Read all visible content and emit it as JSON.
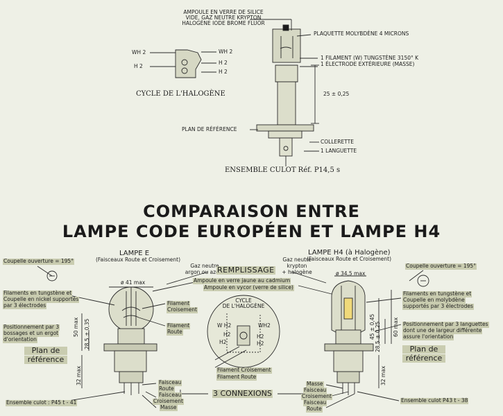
{
  "top": {
    "bulb_glass_label": "AMPOULE EN VERRE DE SILICE",
    "gas_label": "VIDE, GAZ NEUTRE KRYPTON",
    "halogen_label": "HALOGÈNE IODE BROME FLUOR",
    "molybdenum_label": "PLAQUETTE MOLYBDÈNE 4 MICRONS",
    "filament_label": "1 FILAMENT (W) TUNGSTÈNE 3150° K",
    "electrode_label": "1 ÉLECTRODE EXTÉRIEURE (MASSE)",
    "dimension": "25 ± 0,25",
    "plan_label": "PLAN DE RÉFÉRENCE",
    "collar_label": "COLLERETTE",
    "tab_label": "1 LANGUETTE",
    "base_label": "ENSEMBLE CULOT Réf. P14,5 s",
    "cycle_title": "CYCLE DE L'HALOGÈNE",
    "cycle_wh2_left": "WH 2",
    "cycle_wh2_right": "WH 2",
    "cycle_h2_left": "H 2",
    "cycle_h2_right_a": "H 2",
    "cycle_h2_right_b": "H 2"
  },
  "title": {
    "line1": "COMPARAISON ENTRE",
    "line2": "LAMPE CODE EUROPÉEN ET LAMPE H4"
  },
  "lampe_e": {
    "name": "LAMPE E",
    "subtitle": "(Faisceaux Route et Croisement)",
    "cup_opening": "Coupelle ouverture = 195°",
    "diameter": "ø 41 max",
    "filaments_line1": "Filaments en tungstène et",
    "filaments_line2": "Coupelle en nickel supportés",
    "filaments_line3": "par 3 électrodes",
    "filament_croisement_1": "Filament",
    "filament_croisement_2": "Croisement",
    "filament_route_1": "Filament",
    "filament_route_2": "Route",
    "positioning_line1": "Positionnement par 3",
    "positioning_line2": "bossages et un ergot",
    "positioning_line3": "d'orientation",
    "plan_line1": "Plan de",
    "plan_line2": "référence",
    "dim_50": "50 max",
    "dim_285": "28,5 ± 0,35",
    "dim_32": "32 max",
    "faisceau_route_1": "Faisceau",
    "faisceau_route_2": "Route",
    "faisceau_crois_1": "Faisceau",
    "faisceau_crois_2": "Croisement",
    "masse": "Masse",
    "base": "Ensemble culot : P45 t - 41"
  },
  "center": {
    "gas_line1": "Gaz neutre",
    "gas_line2": "argon ou azote",
    "remplissage": "REMPLISSAGE",
    "remplissage_h4_1": "Gaz neutre",
    "remplissage_h4_2": "krypton",
    "remplissage_h4_3": "+ halogène",
    "bulb_yellow": "Ampoule en verre jaune au cadmium",
    "bulb_vycor": "Ampoule en vycor (verre de silice)",
    "cycle_line1": "CYCLE",
    "cycle_line2": "DE L'HALOGÈNE",
    "wh2_left": "W H2",
    "wh2_right": "WH2",
    "h2_l1": "H2",
    "h2_l2": "H2",
    "h2_r1": "H2",
    "h2_r2": "H2",
    "filament_croisement": "Filament Croisement",
    "filament_route": "Filament Route",
    "connexions": "3 CONNEXIONS"
  },
  "lampe_h4": {
    "name": "LAMPE H4 (à Halogène)",
    "subtitle": "(Faisceaux Route et Croisement)",
    "cup_opening": "Coupelle ouverture = 195°",
    "diameter": "ø 34,5 max",
    "filaments_line1": "Filaments en tungstène et",
    "filaments_line2": "Coupelle en molybdène",
    "filaments_line3": "supportés par 3 électrodes",
    "positioning_line1": "Positionnement par 3 languettes",
    "positioning_line2": "dont une de largeur différente",
    "positioning_line3": "assure l'orientation",
    "plan_line1": "Plan de",
    "plan_line2": "référence",
    "dim_45": "45 ± 0,45",
    "dim_285": "28,5 ± 0,25",
    "dim_60": "60 max",
    "dim_32": "32 max",
    "masse": "Masse",
    "faisceau_crois_1": "Faisceau",
    "faisceau_crois_2": "Croisement",
    "faisceau_route_1": "Faisceau",
    "faisceau_route_2": "Route",
    "base": "Ensemble culot P43 t - 38"
  }
}
